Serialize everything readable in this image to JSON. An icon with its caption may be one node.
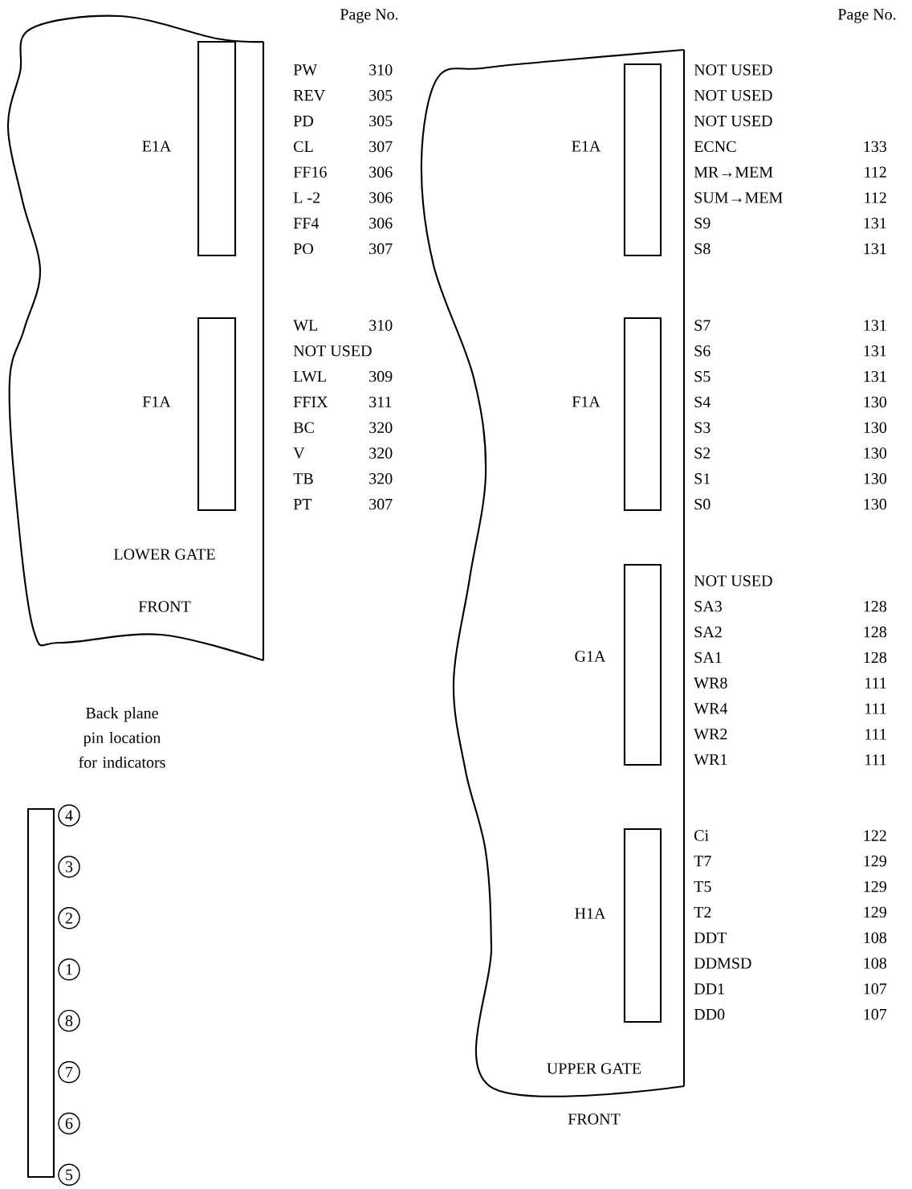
{
  "diagram": {
    "nodes": [
      {
        "text": [
          "LOWER GATE",
          "FRONT"
        ]
      },
      {
        "text": [
          "E1A"
        ],
        "in": 0
      },
      {
        "text": [
          "F1A"
        ],
        "in": 0
      },
      {
        "text": [
          "UPPER GATE"
        ],
        "beside": [
          "FRONT"
        ]
      },
      {
        "text": [
          "E1A"
        ],
        "in": 3
      },
      {
        "text": [
          "F1A"
        ],
        "in": 3
      },
      {
        "text": [
          "G1A"
        ],
        "in": 3
      },
      {
        "text": [
          "H1A"
        ],
        "in": 3
      },
      {
        "text": [],
        "shape": "bar"
      },
      {
        "text": [
          "4"
        ]
      },
      {
        "text": [
          "3"
        ]
      },
      {
        "text": [
          "2"
        ]
      },
      {
        "text": [
          "1"
        ]
      },
      {
        "text": [
          "8"
        ]
      },
      {
        "text": [
          "7"
        ]
      },
      {
        "text": [
          "6"
        ]
      },
      {
        "text": [
          "5"
        ]
      }
    ],
    "edges": [],
    "labels": [
      "Page No.",
      "Page No.",
      "PW",
      "310",
      "REV",
      "305",
      "PD",
      "305",
      "CL",
      "307",
      "FF16",
      "306",
      "L -2",
      "306",
      "FF4",
      "306",
      "PO",
      "307",
      "WL",
      "310",
      "NOT USED",
      "LWL",
      "309",
      "FFIX",
      "311",
      "BC",
      "320",
      "V",
      "320",
      "TB",
      "320",
      "PT",
      "307",
      "NOT USED",
      "NOT USED",
      "NOT USED",
      "ECNC",
      "133",
      "MR→MEM",
      "112",
      "SUM→MEM",
      "112",
      "S9",
      "131",
      "S8",
      "131",
      "S7",
      "131",
      "S6",
      "131",
      "S5",
      "131",
      "S4",
      "130",
      "S3",
      "130",
      "S2",
      "130",
      "S1",
      "130",
      "S0",
      "130",
      "NOT USED",
      "SA3",
      "128",
      "SA2",
      "128",
      "SA1",
      "128",
      "WR8",
      "111",
      "WR4",
      "111",
      "WR2",
      "111",
      "WR1",
      "111",
      "Ci",
      "122",
      "T7",
      "129",
      "T5",
      "129",
      "T2",
      "129",
      "DDT",
      "108",
      "DDMSD",
      "108",
      "DD1",
      "107",
      "DD0",
      "107",
      "Back plane pin location for indicators"
    ]
  }
}
